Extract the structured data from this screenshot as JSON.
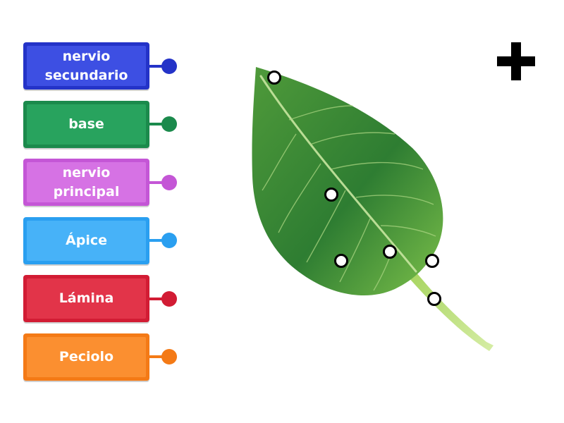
{
  "labels": [
    {
      "text": "nervio\nsecundario",
      "color": "#2433c8",
      "light": "#3d4fe3"
    },
    {
      "text": "base",
      "color": "#1b8a4c",
      "light": "#28a35e"
    },
    {
      "text": "nervio principal",
      "color": "#c456d6",
      "light": "#d672e4"
    },
    {
      "text": "Ápice",
      "color": "#2a9ff0",
      "light": "#47b2f8"
    },
    {
      "text": "Lámina",
      "color": "#d21c34",
      "light": "#e23449"
    },
    {
      "text": "Peciolo",
      "color": "#f47a16",
      "light": "#fb8f30"
    }
  ],
  "icons": {
    "add": "plus-icon",
    "target": "circle-target"
  },
  "leaf": {
    "colors": {
      "dark": "#2e7d32",
      "mid": "#4f9a3a",
      "light": "#7cc04a",
      "vein": "#c8e6a0"
    }
  }
}
